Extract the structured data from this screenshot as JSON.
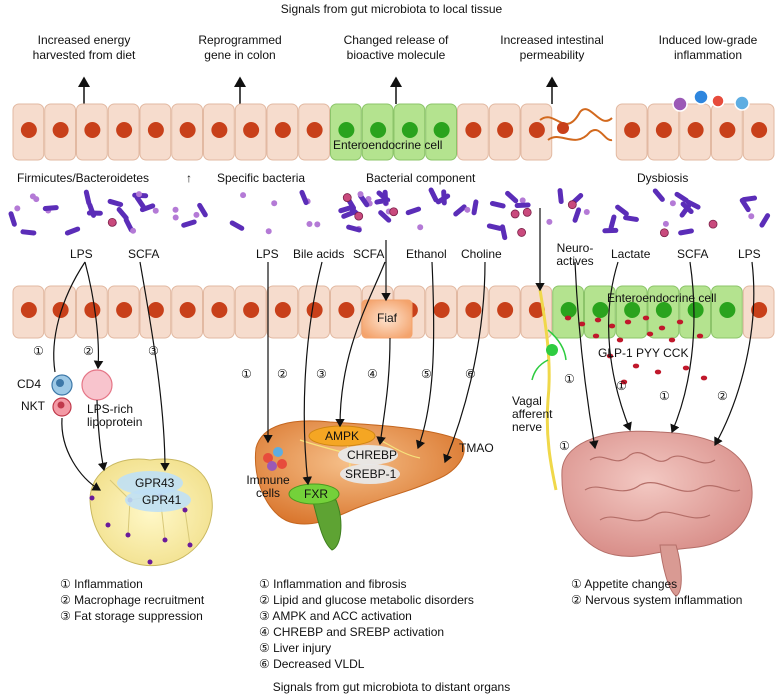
{
  "titles": {
    "top": "Signals from gut microbiota to local tissue",
    "bottom": "Signals from gut microbiota to distant organs"
  },
  "local_effects": [
    {
      "l1": "Increased energy",
      "l2": "harvested from diet"
    },
    {
      "l1": "Reprogrammed",
      "l2": "gene in colon"
    },
    {
      "l1": "Changed release of",
      "l2": "bioactive molecule"
    },
    {
      "l1": "Increased intestinal",
      "l2": "permeability"
    },
    {
      "l1": "Induced low-grade",
      "l2": "inflammation"
    }
  ],
  "upper_epithelium": {
    "enteroendocrine_label": "Enteroendocrine cell"
  },
  "microbe_groups": {
    "firmicutes": "Firmicutes/Bacteroidetes",
    "up_arrow": "↑",
    "specific": "Specific bacteria",
    "component": "Bacterial component",
    "dysbiosis": "Dysbiosis"
  },
  "signals": {
    "lps1": "LPS",
    "scfa1": "SCFA",
    "lps2": "LPS",
    "bile_acids": "Bile acids",
    "scfa2": "SCFA",
    "ethanol": "Ethanol",
    "choline": "Choline",
    "neuro_l1": "Neuro-",
    "neuro_l2": "actives",
    "lactate": "Lactate",
    "scfa3": "SCFA",
    "lps3": "LPS"
  },
  "lower_epithelium": {
    "fiaf": "Fiaf",
    "enteroendocrine_label": "Enteroendocrine cell"
  },
  "hormones": "GLP-1 PYY CCK",
  "adipose": {
    "cd4": "CD4",
    "nkt": "NKT",
    "lps_rich_l1": "LPS-rich",
    "lps_rich_l2": "lipoprotein",
    "gpr43": "GPR43",
    "gpr41": "GPR41",
    "num1": "①",
    "num2": "②",
    "num3": "③"
  },
  "liver": {
    "ampk": "AMPK",
    "chrebp": "CHREBP",
    "srebp": "SREBP-1",
    "fxr": "FXR",
    "tmao": "TMAO",
    "immune_l1": "Immune",
    "immune_l2": "cells",
    "num1": "①",
    "num2": "②",
    "num3": "③",
    "num4": "④",
    "num5": "⑤",
    "num6": "⑥"
  },
  "brain": {
    "vagal_l1": "Vagal",
    "vagal_l2": "afferent",
    "vagal_l3": "nerve",
    "num_vagal_a": "①",
    "num_vagal_b": "①",
    "num_lactate": "①",
    "num_scfa": "①",
    "num_lps": "②"
  },
  "outcomes": {
    "adipose": [
      "① Inflammation",
      "② Macrophage recruitment",
      "③ Fat storage suppression"
    ],
    "liver": [
      "① Inflammation and fibrosis",
      "② Lipid and glucose metabolic disorders",
      "③ AMPK and ACC activation",
      "④ CHREBP and SREBP activation",
      "⑤ Liver injury",
      "⑥ Decreased VLDL"
    ],
    "brain": [
      "① Appetite changes",
      "② Nervous system inflammation"
    ]
  },
  "colors": {
    "cell_fill": "#f6dccd",
    "nucleus": "#c8401a",
    "ee_fill": "#b4e38f",
    "ee_nucleus": "#2aa31d",
    "bacteria": "#5b2db8",
    "liver": "#e48a3c",
    "brain": "#e7a6a0",
    "fxr": "#74d13a",
    "ampk": "#f5a623"
  }
}
